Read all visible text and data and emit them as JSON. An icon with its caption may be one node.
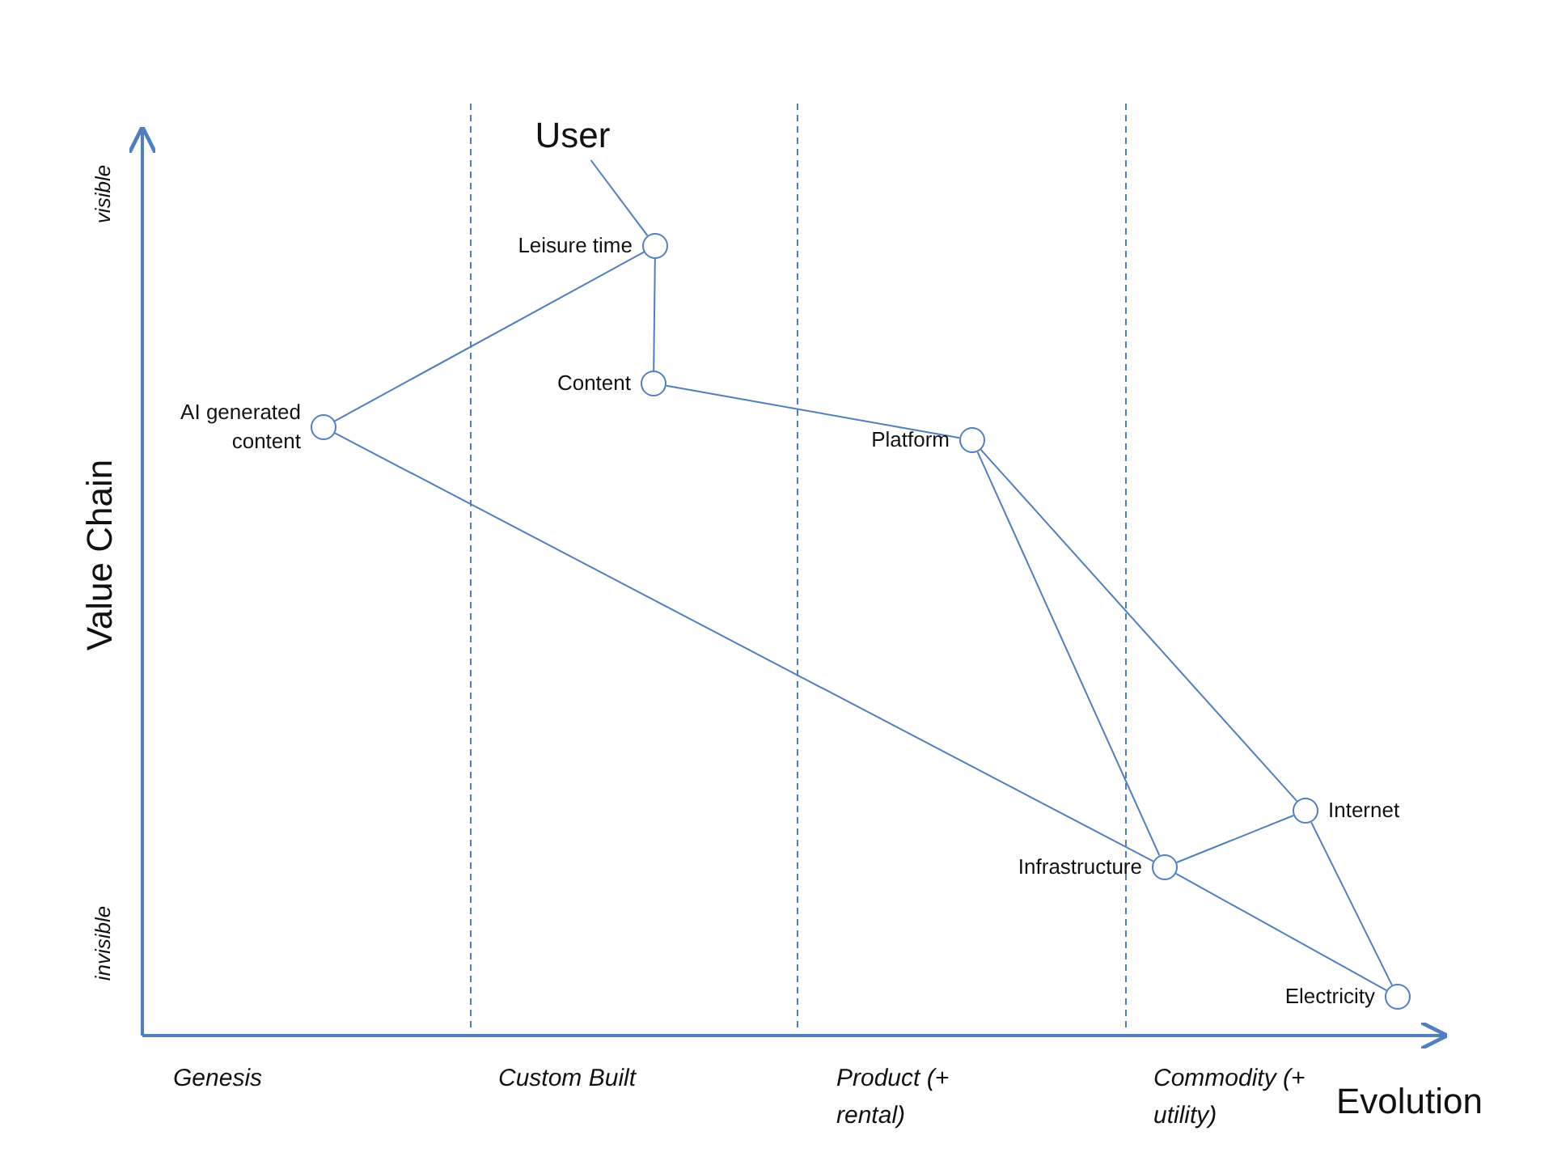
{
  "diagram": {
    "nodes": [
      {
        "text": [
          "User"
        ]
      },
      {
        "text": [],
        "shape": "circle",
        "beside": [
          "Leisure time"
        ]
      },
      {
        "text": [],
        "shape": "circle",
        "beside": [
          "Content"
        ]
      },
      {
        "text": [],
        "shape": "circle",
        "beside": [
          "AI generated content"
        ]
      },
      {
        "text": [],
        "shape": "circle",
        "beside": [
          "Platform"
        ]
      },
      {
        "text": [],
        "shape": "circle",
        "beside": [
          "Internet"
        ]
      },
      {
        "text": [],
        "shape": "circle",
        "beside": [
          "Infrastructure"
        ]
      },
      {
        "text": [],
        "shape": "circle",
        "beside": [
          "Electricity"
        ]
      }
    ],
    "edges": [
      {
        "from": 0,
        "to": 1,
        "arrow": "none"
      },
      {
        "from": 1,
        "to": 2,
        "arrow": "none"
      },
      {
        "from": 1,
        "to": 3,
        "arrow": "none"
      },
      {
        "from": 2,
        "to": 4,
        "arrow": "none"
      },
      {
        "from": 3,
        "to": 6,
        "arrow": "none"
      },
      {
        "from": 4,
        "to": 6,
        "arrow": "none"
      },
      {
        "from": 4,
        "to": 5,
        "arrow": "none"
      },
      {
        "from": 6,
        "to": 5,
        "arrow": "none"
      },
      {
        "from": 6,
        "to": 7,
        "arrow": "none"
      },
      {
        "from": 5,
        "to": 7,
        "arrow": "none"
      }
    ],
    "labels": [
      "visible",
      "Value Chain",
      "invisible",
      "Genesis",
      "Custom Built",
      "Product (+ rental)",
      "Commodity (+ utility)",
      "Evolution"
    ]
  }
}
